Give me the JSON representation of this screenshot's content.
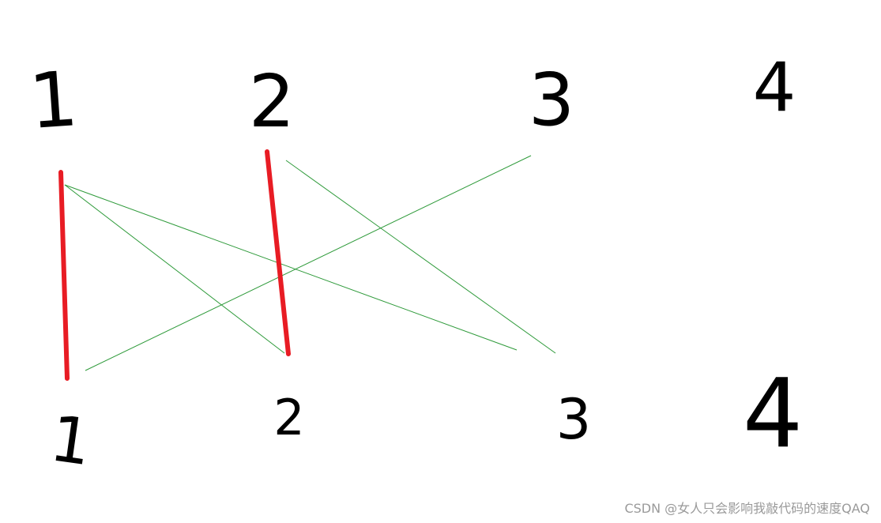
{
  "top_nodes": [
    "1",
    "2",
    "3",
    "4"
  ],
  "bottom_nodes": [
    "1",
    "2",
    "3",
    "4"
  ],
  "edges": [
    {
      "from": "top-1",
      "to": "bottom-2",
      "kind": "thin"
    },
    {
      "from": "top-1",
      "to": "bottom-3",
      "kind": "thin"
    },
    {
      "from": "top-2",
      "to": "bottom-3",
      "kind": "thin"
    },
    {
      "from": "top-3",
      "to": "bottom-1",
      "kind": "thin"
    },
    {
      "from": "top-1",
      "to": "bottom-1",
      "kind": "thick"
    },
    {
      "from": "top-2",
      "to": "bottom-2",
      "kind": "thick"
    }
  ],
  "colors": {
    "thin_edge": "#2e9a3a",
    "thick_edge": "#e81c24",
    "node_label": "#000000",
    "watermark": "#9a9a9a"
  },
  "watermark": "CSDN @女人只会影响我敲代码的速度QAQ"
}
